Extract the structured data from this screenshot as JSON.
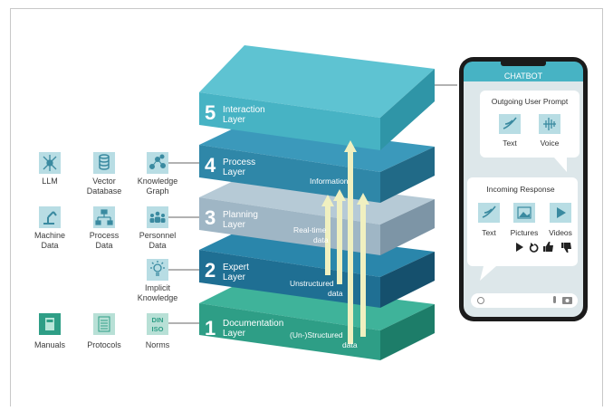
{
  "layers": [
    {
      "number": "1",
      "name_line1": "Documentation",
      "name_line2": "Layer",
      "flow_line1": "(Un-)Structured",
      "flow_line2": "data"
    },
    {
      "number": "2",
      "name_line1": "Expert",
      "name_line2": "Layer",
      "flow_line1": "Unstructured",
      "flow_line2": "data"
    },
    {
      "number": "3",
      "name_line1": "Planning",
      "name_line2": "Layer",
      "flow_line1": "Real-time",
      "flow_line2": "data"
    },
    {
      "number": "4",
      "name_line1": "Process",
      "name_line2": "Layer",
      "flow_line1": "Information",
      "flow_line2": ""
    },
    {
      "number": "5",
      "name_line1": "Interaction",
      "name_line2": "Layer",
      "flow_line1": "",
      "flow_line2": ""
    }
  ],
  "sources": {
    "llm": {
      "line1": "LLM",
      "line2": "",
      "icon": "network-icon"
    },
    "vector_db": {
      "line1": "Vector",
      "line2": "Database",
      "icon": "database-icon"
    },
    "knowledge_graph": {
      "line1": "Knowledge",
      "line2": "Graph",
      "icon": "graph-icon"
    },
    "machine_data": {
      "line1": "Machine",
      "line2": "Data",
      "icon": "robot-arm-icon"
    },
    "process_data": {
      "line1": "Process",
      "line2": "Data",
      "icon": "hierarchy-icon"
    },
    "personnel_data": {
      "line1": "Personnel",
      "line2": "Data",
      "icon": "people-icon"
    },
    "implicit_knowledge": {
      "line1": "Implicit",
      "line2": "Knowledge",
      "icon": "lightbulb-icon"
    },
    "manuals": {
      "line1": "Manuals",
      "line2": "",
      "icon": "book-icon"
    },
    "protocols": {
      "line1": "Protocols",
      "line2": "",
      "icon": "document-icon"
    },
    "norms": {
      "line1": "Norms",
      "line2": "",
      "icon_text_1": "DIN",
      "icon_text_2": "ISO"
    }
  },
  "phone": {
    "header": "CHATBOT",
    "outgoing": {
      "title": "Outgoing User Prompt",
      "text_label": "Text",
      "voice_label": "Voice"
    },
    "incoming": {
      "title": "Incoming Response",
      "text_label": "Text",
      "pictures_label": "Pictures",
      "videos_label": "Videos"
    }
  },
  "colors": {
    "layer1": "#2e9e86",
    "layer2": "#1f6f93",
    "layer3": "#9fb6c5",
    "layer4": "#2f87a8",
    "layer5": "#47b3c4",
    "arrow": "#f0f0c0",
    "icon_bg": "#b8dde4",
    "icon_fg": "#3a8aa0"
  }
}
